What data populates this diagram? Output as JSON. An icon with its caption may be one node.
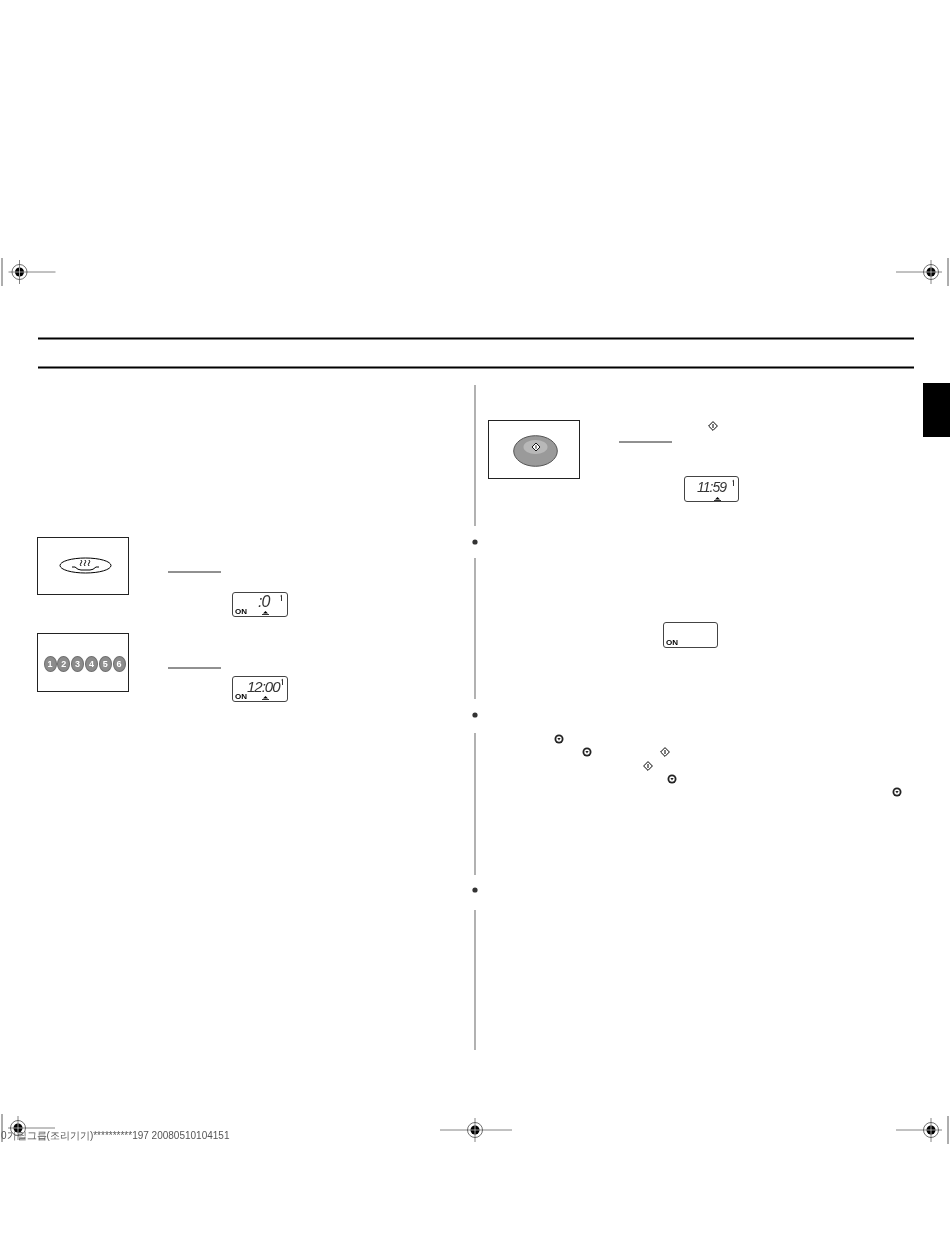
{
  "diagram": {
    "nodes": [
      {
        "text": [],
        "shape": "box"
      },
      {
        "text": [
          ":0",
          "ON"
        ]
      },
      {
        "text": [],
        "shape": "box"
      },
      {
        "text": [
          "1"
        ],
        "in": 2
      },
      {
        "text": [
          "2"
        ],
        "in": 2
      },
      {
        "text": [
          "3"
        ],
        "in": 2
      },
      {
        "text": [
          "4"
        ],
        "in": 2
      },
      {
        "text": [
          "5"
        ],
        "in": 2
      },
      {
        "text": [
          "6"
        ],
        "in": 2
      },
      {
        "text": [
          "12:00",
          "ON"
        ]
      },
      {
        "text": [],
        "shape": "box"
      },
      {
        "text": [
          "11:59"
        ]
      },
      {
        "text": [
          "ON"
        ]
      }
    ],
    "labels": [
      "0가릴그릅(조리기기)**********197 20080510104151"
    ]
  }
}
